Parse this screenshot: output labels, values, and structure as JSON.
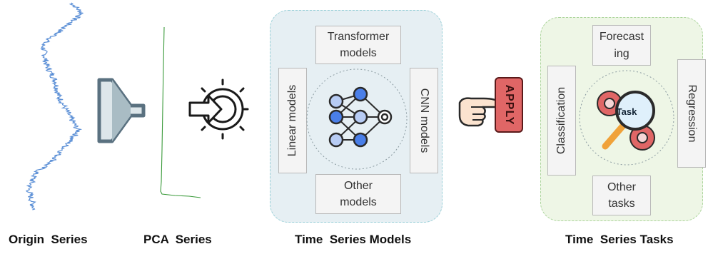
{
  "captions": {
    "origin": "Origin  Series",
    "pca": "PCA  Series",
    "models": "Time  Series Models",
    "tasks": "Time  Series Tasks"
  },
  "models_panel": {
    "top": "Transformer\nmodels",
    "left": "Linear models",
    "right": "CNN models",
    "bottom": "Other\nmodels"
  },
  "apply_label": "APPLY",
  "tasks_panel": {
    "top": "Forecast\ning",
    "left": "Classification",
    "right": "Regression",
    "bottom": "Other\ntasks",
    "center_label": "Task"
  },
  "colors": {
    "origin_series": "#5b8fd6",
    "pca_series": "#3a9a3a",
    "funnel": "#5a7180",
    "models_panel_bg": "#e6eff3",
    "models_panel_border": "#9ad0d8",
    "tasks_panel_bg": "#eef6e6",
    "tasks_panel_border": "#aad49a",
    "apply_button": "#e06666",
    "network_node": "#4a7fe8"
  },
  "icons": [
    "funnel-icon",
    "process-gear-arrow-icon",
    "neural-network-icon",
    "pointing-hand-icon",
    "task-gears-magnifier-icon"
  ]
}
